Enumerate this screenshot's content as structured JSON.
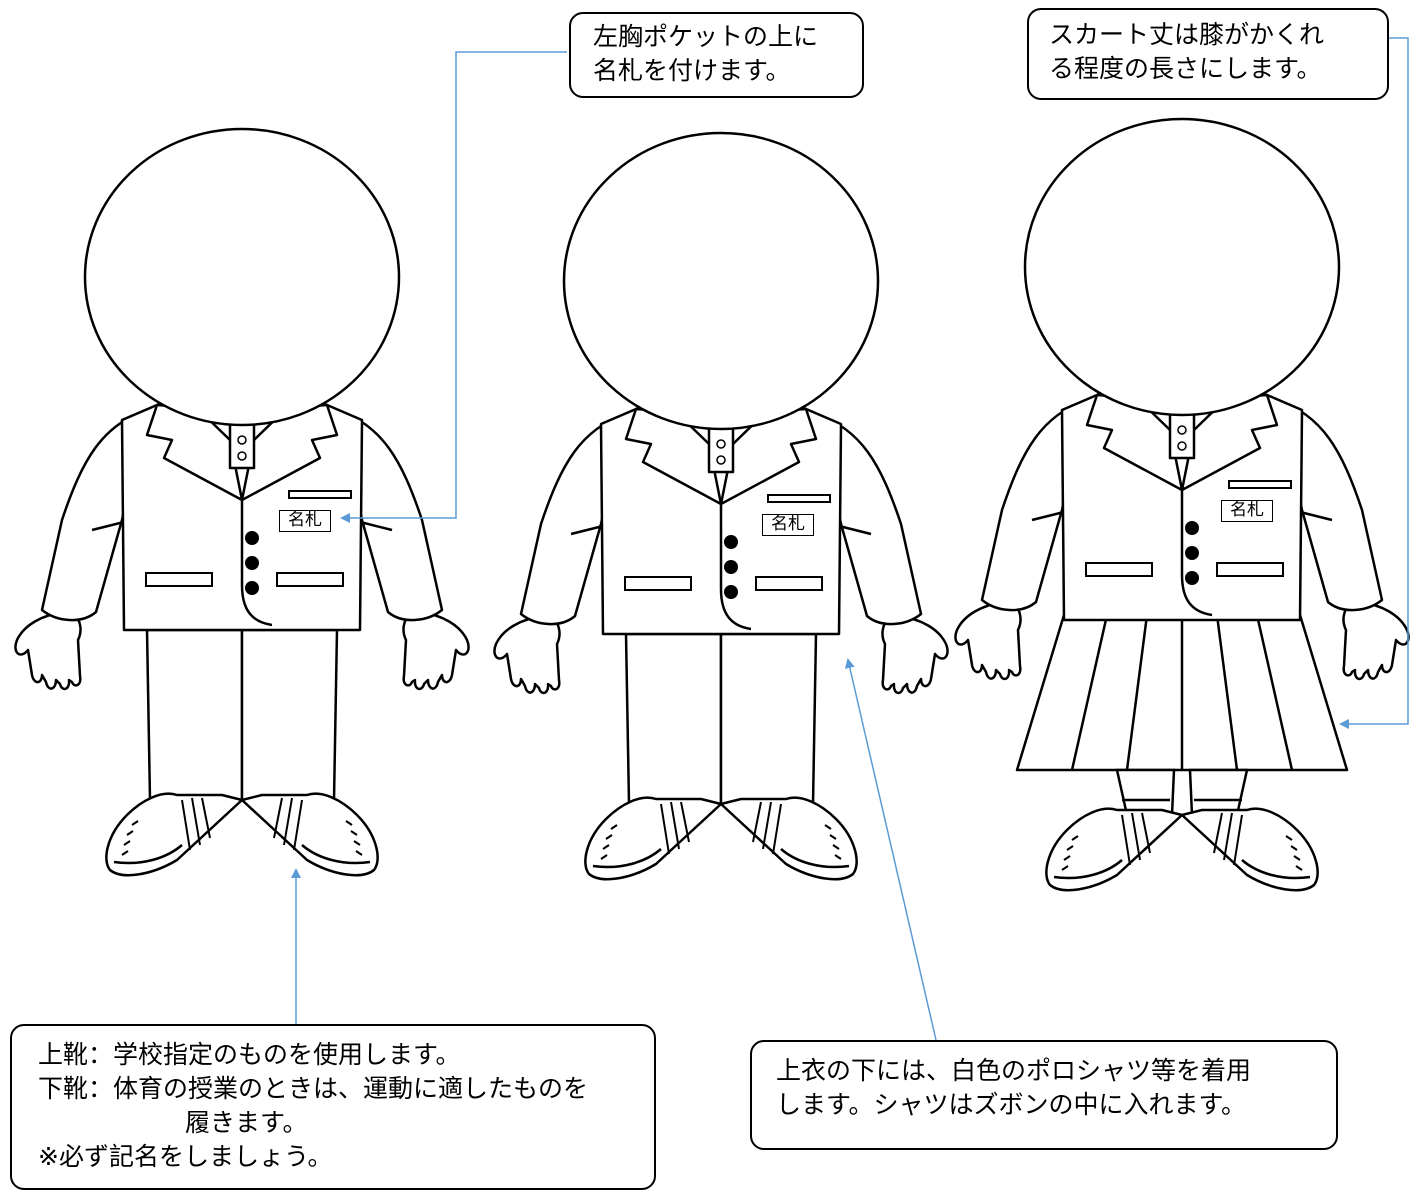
{
  "callouts": {
    "nametag": {
      "lines": [
        "左胸ポケットの上に",
        "名札を付けます。"
      ]
    },
    "skirt": {
      "lines": [
        "スカート丈は膝がかくれ",
        "る程度の長さにします。"
      ]
    },
    "shoes": {
      "lines": [
        "上靴：学校指定のものを使用します。",
        "下靴：体育の授業のときは、運動に適したものを",
        "履きます。",
        "※必ず記名をしましょう。"
      ]
    },
    "shirt": {
      "lines": [
        "上衣の下には、白色のポロシャツ等を着用",
        "します。シャツはズボンの中に入れます。"
      ]
    }
  },
  "figures": {
    "name_tag_label": "名札",
    "items": [
      {
        "name": "boy-uniform-left",
        "bottom": "pants"
      },
      {
        "name": "boy-uniform-center",
        "bottom": "pants"
      },
      {
        "name": "girl-uniform-right",
        "bottom": "skirt"
      }
    ]
  },
  "colors": {
    "line": "#000000",
    "arrow": "#5b9bd5",
    "fill": "#ffffff"
  }
}
